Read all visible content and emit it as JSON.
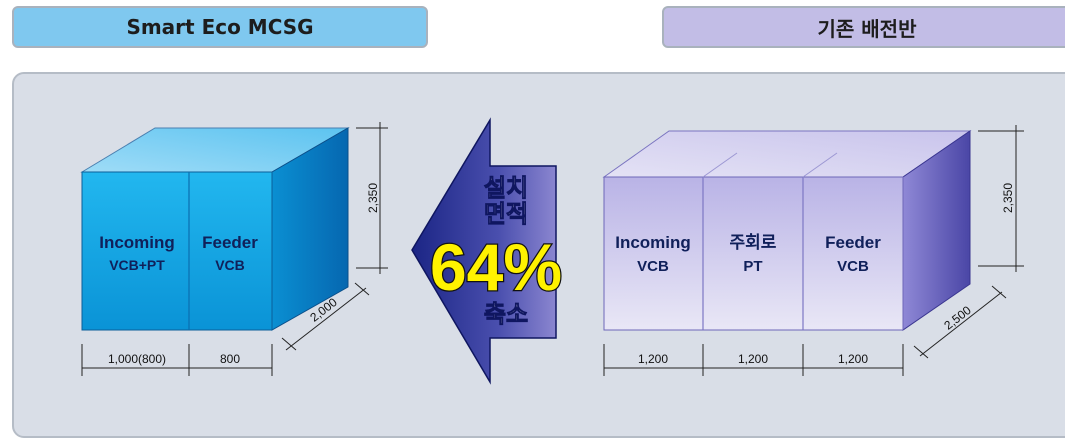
{
  "tabs": {
    "left": "Smart Eco MCSG",
    "right": "기존 배전반"
  },
  "left_box": {
    "sections": [
      {
        "line1": "Incoming",
        "line2": "VCB+PT"
      },
      {
        "line1": "Feeder",
        "line2": "VCB"
      }
    ],
    "height_dim": "2,350",
    "depth_dim": "2,000",
    "width_dims": [
      "1,000(800)",
      "800"
    ]
  },
  "arrow": {
    "line1": "설치",
    "line2": "면적",
    "percent": "64%",
    "line3": "축소"
  },
  "right_box": {
    "sections": [
      {
        "line1": "Incoming",
        "line2": "VCB"
      },
      {
        "line1": "주회로",
        "line2": "PT"
      },
      {
        "line1": "Feeder",
        "line2": "VCB"
      }
    ],
    "height_dim": "2,350",
    "depth_dim": "2,500",
    "width_dims": [
      "1,200",
      "1,200",
      "1,200"
    ]
  },
  "colors": {
    "left_box": "#19a9e6",
    "right_box": "#a9a3dc",
    "arrow": "#1e2a8c",
    "percent": "#fff200"
  }
}
